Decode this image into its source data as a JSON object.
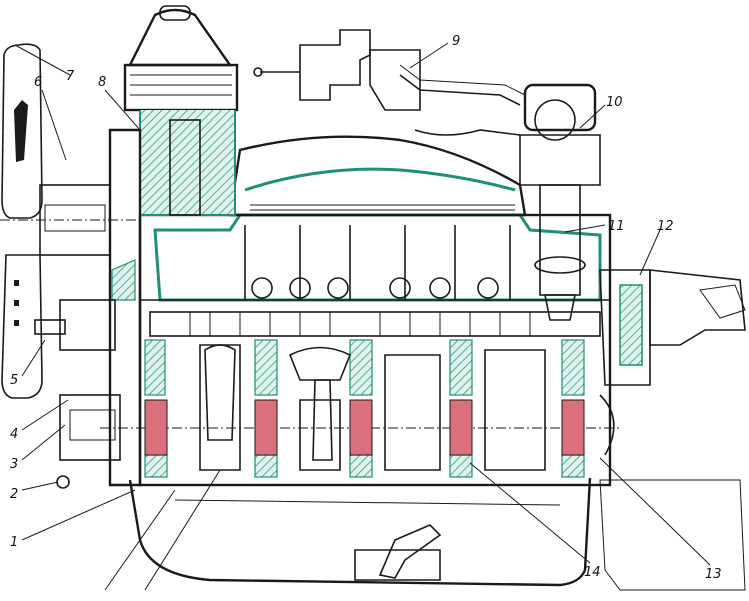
{
  "colors": {
    "ink": "#1a1a1a",
    "coolant_jacket": "#1f8f78",
    "hatch": "#1f8f78",
    "bearing": "#d9707c",
    "paper": "#ffffff"
  },
  "labels": {
    "l1": "1",
    "l2": "2",
    "l3": "3",
    "l4": "4",
    "l5": "5",
    "l6": "6",
    "l7": "7",
    "l8": "8",
    "l9": "9",
    "l10": "10",
    "l11": "11",
    "l12": "12",
    "l13": "13",
    "l14": "14"
  }
}
